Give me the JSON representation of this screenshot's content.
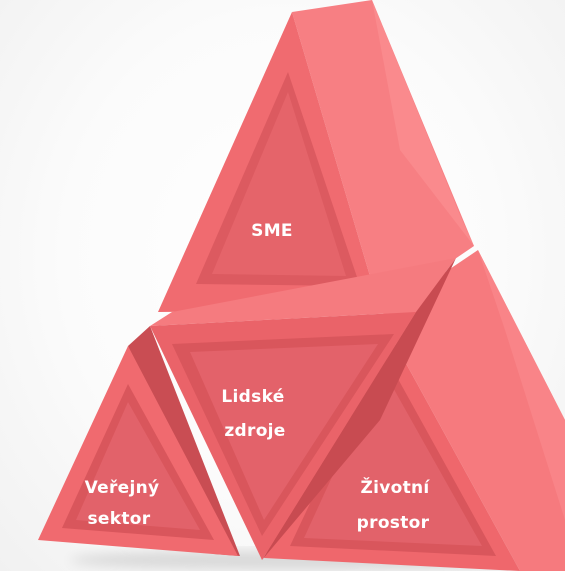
{
  "diagram": {
    "pieces": [
      {
        "id": "top",
        "label_lines": [
          "SME"
        ]
      },
      {
        "id": "center",
        "label_lines": [
          "Lidské",
          "zdroje"
        ]
      },
      {
        "id": "left",
        "label_lines": [
          "Veřejný",
          "sektor"
        ]
      },
      {
        "id": "right",
        "label_lines": [
          "Životní",
          "prostor"
        ]
      }
    ],
    "colors": {
      "face": "#f26a6f",
      "face_dark": "#d9565c",
      "side_light": "#f77c80",
      "side_dark": "#c94b51",
      "inner": "#e25f65",
      "label": "#ffffff"
    }
  }
}
